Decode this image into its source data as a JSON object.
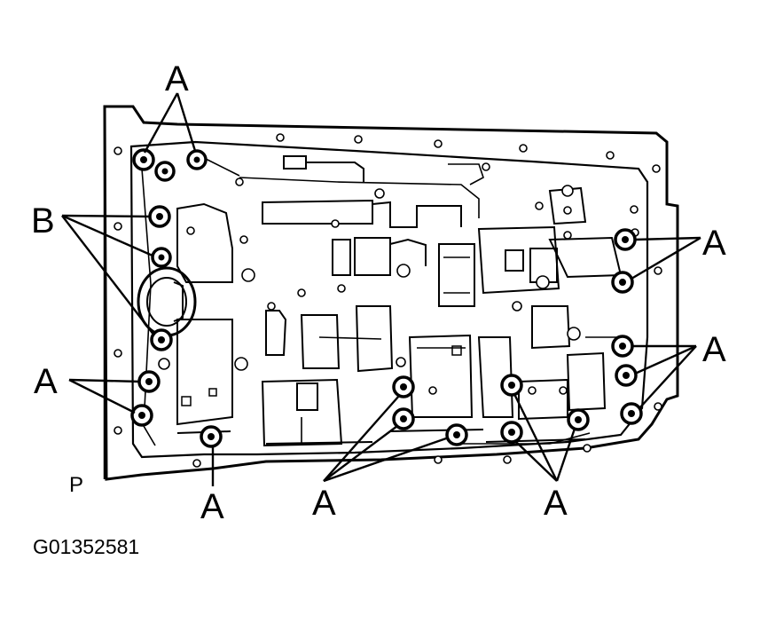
{
  "diagram": {
    "callouts": {
      "a": "A",
      "b": "B",
      "p": "P"
    },
    "figure_code": "G01352581"
  }
}
